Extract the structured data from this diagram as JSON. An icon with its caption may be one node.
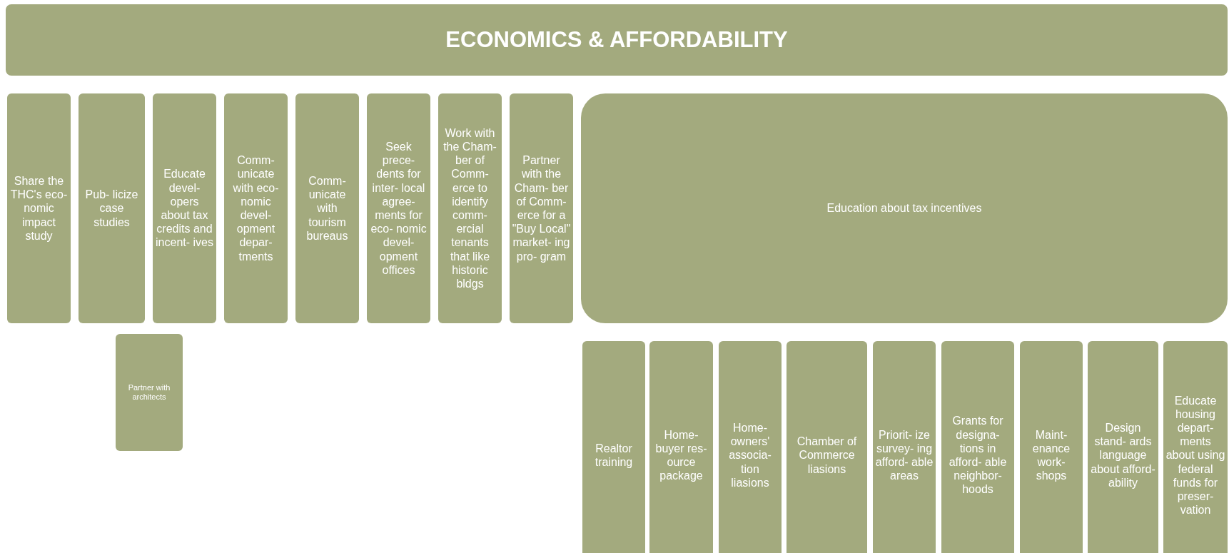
{
  "diagram": {
    "title": "ECONOMICS & AFFORDABILITY",
    "nodes": [
      {
        "text": [
          "Share the THC's eco- nomic impact study"
        ]
      },
      {
        "text": [
          "Pub- licize case studies"
        ]
      },
      {
        "text": [
          "Educate devel- opers about tax credits and incent- ives"
        ]
      },
      {
        "text": [
          "Comm- unicate with eco- nomic devel- opment depar- tments"
        ]
      },
      {
        "text": [
          "Comm- unicate with tourism bureaus"
        ]
      },
      {
        "text": [
          "Seek prece- dents for inter- local agree- ments for eco- nomic devel- opment offices"
        ]
      },
      {
        "text": [
          "Work with the Cham- ber of Comm- erce to identify comm- ercial tenants that like historic bldgs"
        ]
      },
      {
        "text": [
          "Partner with the Cham- ber of Comm- erce for a \"Buy Local\" market- ing pro- gram"
        ]
      },
      {
        "text": [
          "Education about tax incentives"
        ]
      },
      {
        "text": [
          "Partner with architects"
        ]
      },
      {
        "text": [
          "Realtor training"
        ]
      },
      {
        "text": [
          "Home- buyer res- ource package"
        ]
      },
      {
        "text": [
          "Home- owners' associa- tion liasions"
        ]
      },
      {
        "text": [
          "Chamber of Commerce liasions"
        ]
      },
      {
        "text": [
          "Priorit- ize survey- ing afford- able areas"
        ]
      },
      {
        "text": [
          "Grants for designa- tions in afford- able neighbor- hoods"
        ]
      },
      {
        "text": [
          "Maint- enance work- shops"
        ]
      },
      {
        "text": [
          "Design stand- ards language about afford- ability"
        ]
      },
      {
        "text": [
          "Educate housing depart- ments about using federal funds for preser- vation"
        ]
      }
    ]
  }
}
